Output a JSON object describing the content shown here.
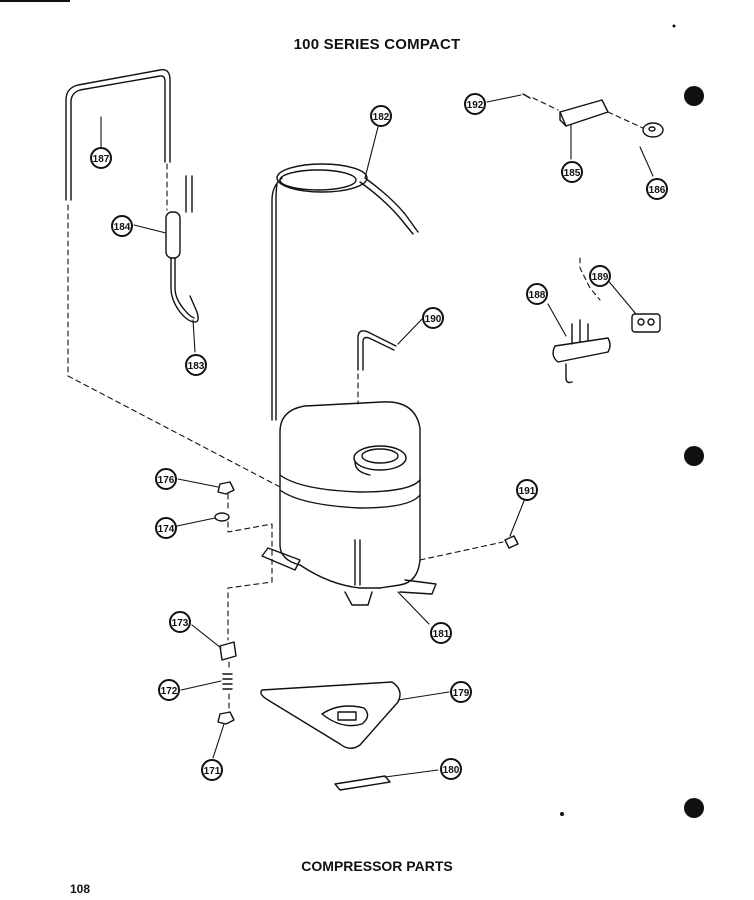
{
  "diagram": {
    "title": "100 SERIES COMPACT",
    "caption": "COMPRESSOR PARTS",
    "page_number": "108",
    "parts": [
      {
        "id": "p187",
        "label": "187"
      },
      {
        "id": "p184",
        "label": "184"
      },
      {
        "id": "p183",
        "label": "183"
      },
      {
        "id": "p182",
        "label": "182"
      },
      {
        "id": "p192",
        "label": "192"
      },
      {
        "id": "p185",
        "label": "185"
      },
      {
        "id": "p186",
        "label": "186"
      },
      {
        "id": "p188",
        "label": "188"
      },
      {
        "id": "p189",
        "label": "189"
      },
      {
        "id": "p190",
        "label": "190"
      },
      {
        "id": "p176",
        "label": "176"
      },
      {
        "id": "p174",
        "label": "174"
      },
      {
        "id": "p191",
        "label": "191"
      },
      {
        "id": "p173",
        "label": "173"
      },
      {
        "id": "p181",
        "label": "181"
      },
      {
        "id": "p172",
        "label": "172"
      },
      {
        "id": "p179",
        "label": "179"
      },
      {
        "id": "p171",
        "label": "171"
      },
      {
        "id": "p180",
        "label": "180"
      }
    ]
  }
}
